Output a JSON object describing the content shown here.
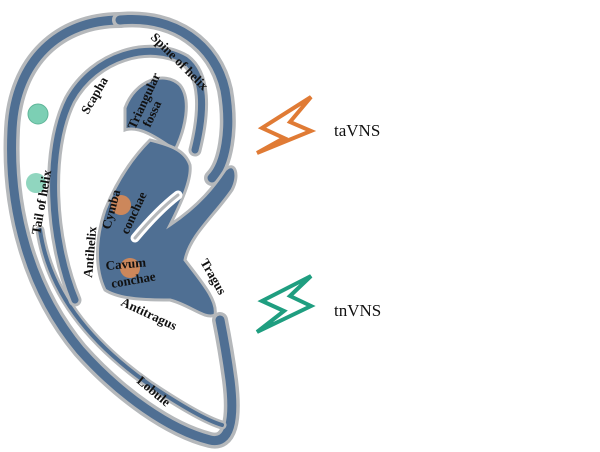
{
  "colors": {
    "ear_fill": "#4f6f93",
    "ear_outline": "#b5b8bb",
    "tavns": "#e07b35",
    "tnvns": "#1f9e80",
    "tail_dot": "#7ccfb4",
    "concha_dot": "#d98a55"
  },
  "labels": {
    "spine_of_helix": "Spine of helix",
    "scapha": "Scapha",
    "triangular": "Triangular",
    "fossa": "fossa",
    "tail_of_helix": "Tail of helix",
    "cymba": "Cymba",
    "cymba_conchae": "conchae",
    "antihelix": "Antihelix",
    "cavum": "Cavum",
    "cavum_conchae": "conchae",
    "tragus": "Tragus",
    "antitragus": "Antitragus",
    "lobule": "Lobule"
  },
  "legend": [
    {
      "label": "taVNS",
      "icon": "lightning-bolt-icon"
    },
    {
      "label": "tnVNS",
      "icon": "lightning-bolt-icon"
    }
  ]
}
